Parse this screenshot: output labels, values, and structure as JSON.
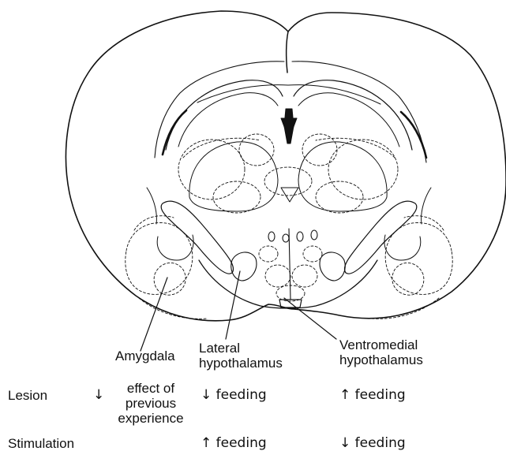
{
  "labels": {
    "amygdala": "Amygdala",
    "lateral_hypothalamus": [
      "Lateral",
      "hypothalamus"
    ],
    "ventromedial_hypothalamus": [
      "Ventromedial",
      "hypothalamus"
    ]
  },
  "rows": {
    "lesion": {
      "label": "Lesion",
      "amygdala_arrow": "↓",
      "amygdala_effect": [
        "effect of",
        "previous",
        "experience"
      ],
      "lateral": "↓ feeding",
      "ventromedial": "↑ feeding"
    },
    "stimulation": {
      "label": "Stimulation",
      "lateral": "↑ feeding",
      "ventromedial": "↓ feeding"
    }
  }
}
